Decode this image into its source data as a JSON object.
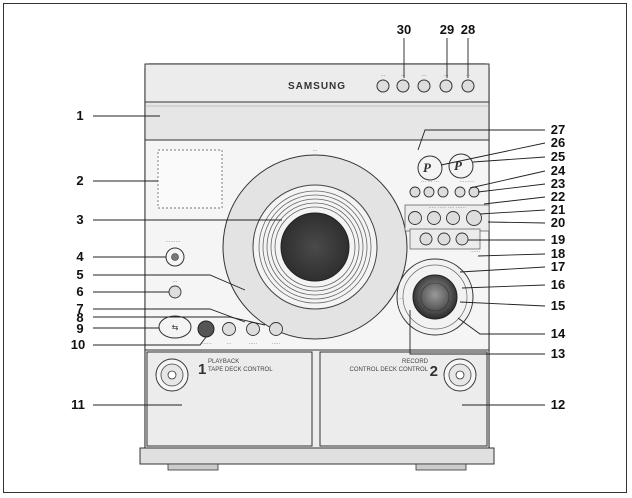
{
  "brand": "SAMSUNG",
  "callouts": [
    "1",
    "2",
    "3",
    "4",
    "5",
    "6",
    "7",
    "8",
    "9",
    "10",
    "11",
    "12",
    "13",
    "14",
    "15",
    "16",
    "17",
    "18",
    "19",
    "20",
    "21",
    "22",
    "23",
    "24",
    "25",
    "26",
    "27",
    "28",
    "29",
    "30"
  ],
  "presets": [
    "P",
    "P"
  ],
  "decks": {
    "deck1": {
      "number": "1",
      "line1": "PLAYBACK",
      "line2": "TAPE DECK CONTROL"
    },
    "deck2": {
      "number": "2",
      "line1": "RECORD",
      "line2": "CONTROL DECK CONTROL"
    }
  },
  "colors": {
    "outline": "#333333",
    "panel": "#e9e9e9",
    "disc": "#3a3a3a",
    "leader": "#222222"
  }
}
